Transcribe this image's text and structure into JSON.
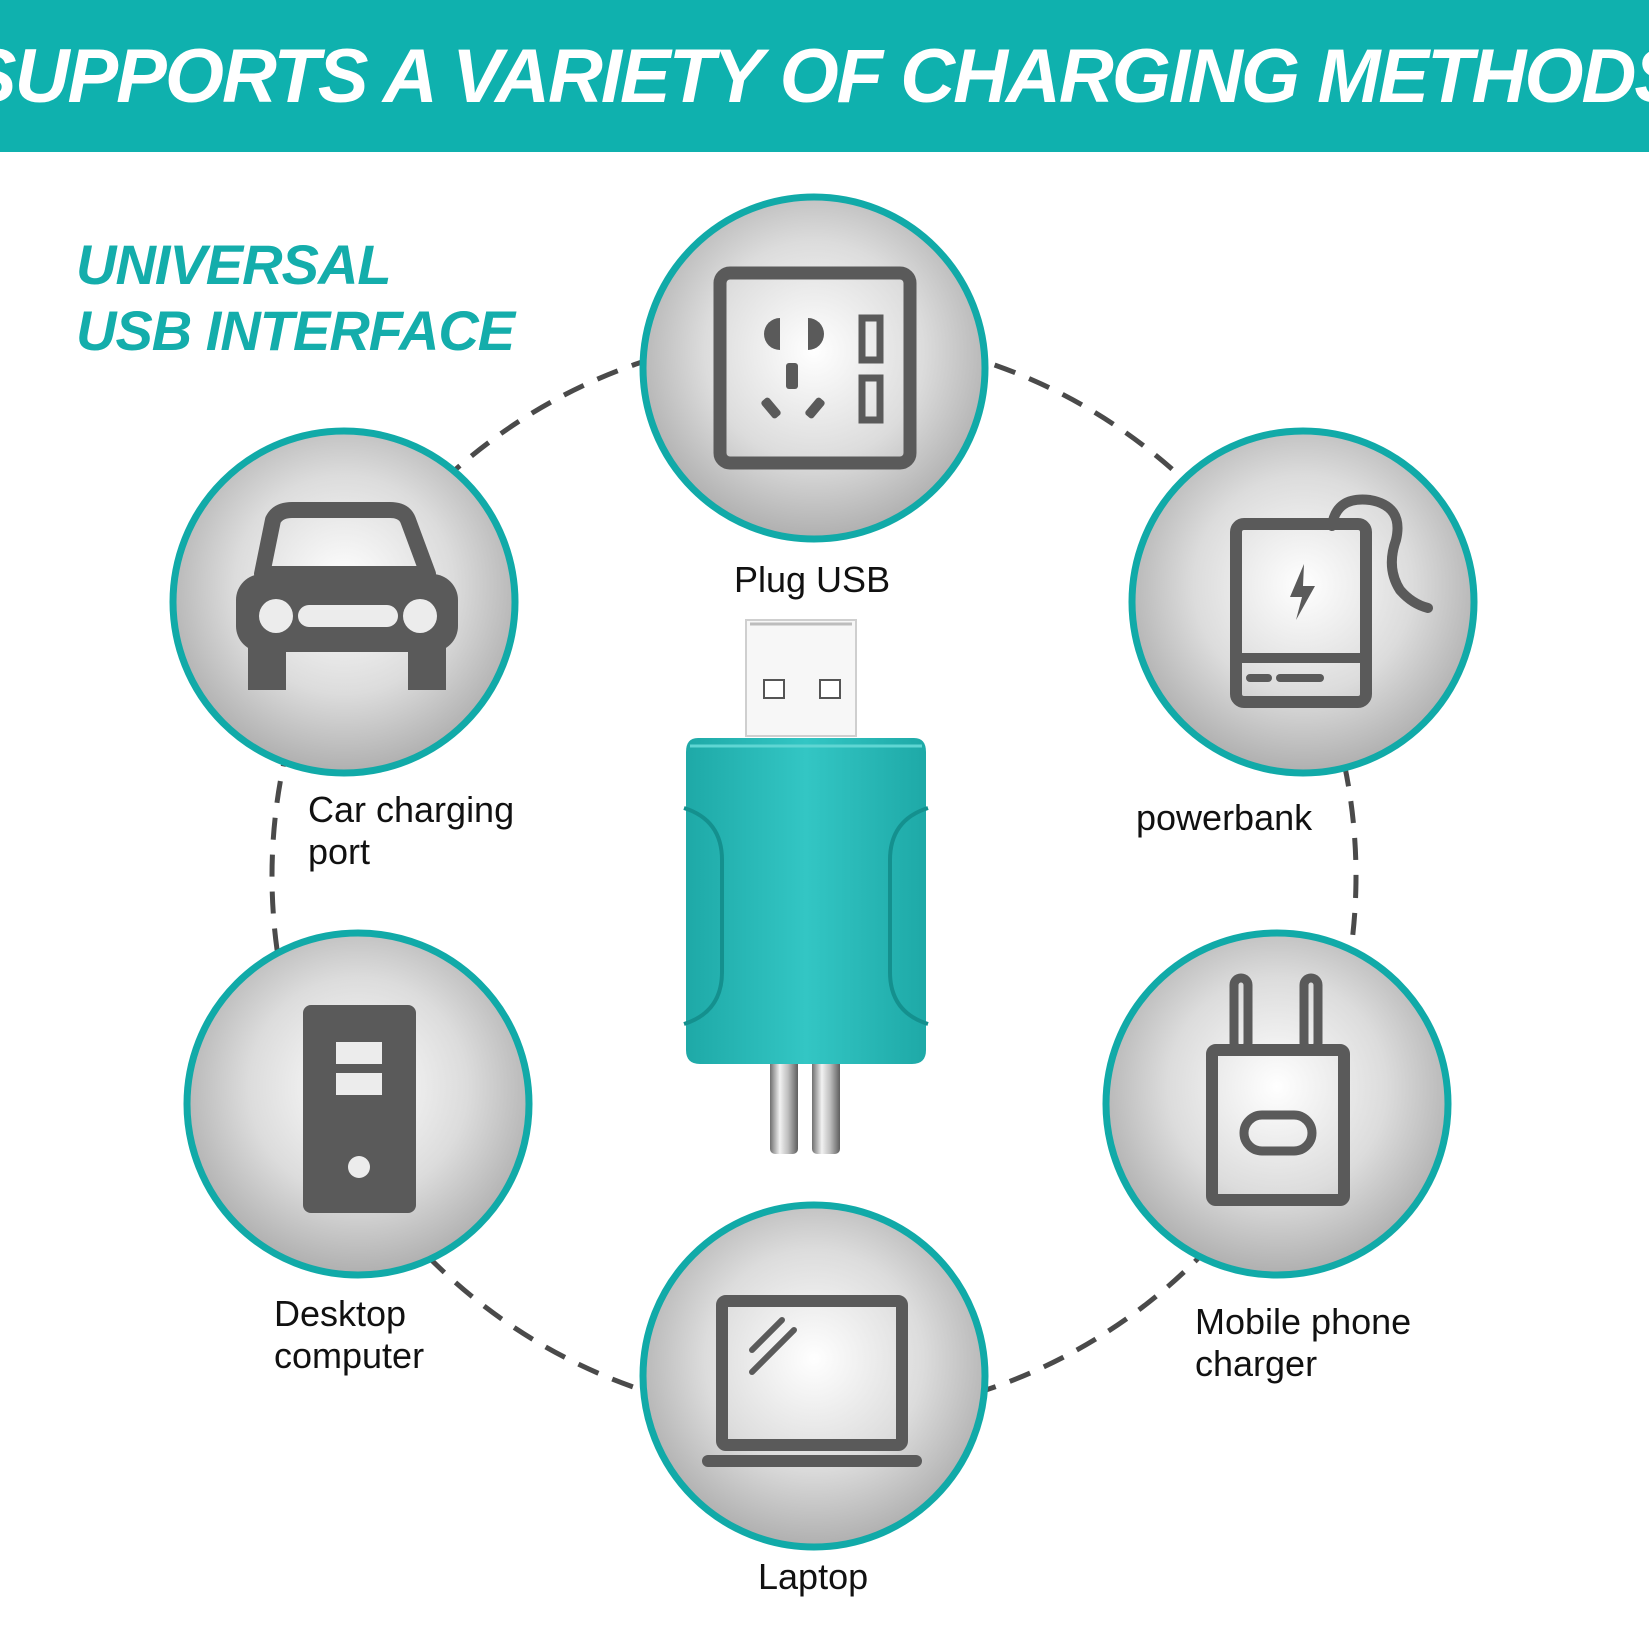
{
  "banner": {
    "title": "SUPPORTS A VARIETY OF CHARGING METHODS"
  },
  "subheading": {
    "line1": "UNIVERSAL",
    "line2": "USB INTERFACE"
  },
  "methods": [
    {
      "icon": "wall-socket-icon",
      "label": "Plug USB"
    },
    {
      "icon": "car-icon",
      "label_line1": "Car charging",
      "label_line2": "port"
    },
    {
      "icon": "powerbank-icon",
      "label": "powerbank"
    },
    {
      "icon": "desktop-tower-icon",
      "label_line1": "Desktop",
      "label_line2": "computer"
    },
    {
      "icon": "wall-charger-icon",
      "label_line1": "Mobile phone",
      "label_line2": "charger"
    },
    {
      "icon": "laptop-icon",
      "label": "Laptop"
    }
  ],
  "colors": {
    "accent": "#0fb1ae",
    "icon_gray": "#5a5a5a",
    "product_teal": "#27b8b6"
  }
}
